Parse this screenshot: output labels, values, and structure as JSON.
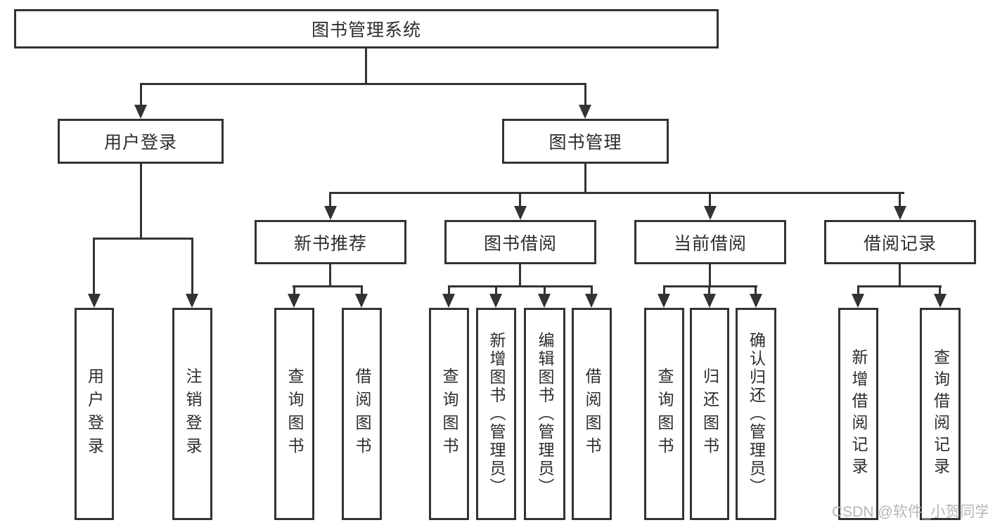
{
  "diagram": {
    "root": {
      "label": "图书管理系统"
    },
    "branches": [
      {
        "label": "用户登录",
        "children": [
          {
            "label": "用户登录"
          },
          {
            "label": "注销登录"
          }
        ]
      },
      {
        "label": "图书管理",
        "children": [
          {
            "label": "新书推荐",
            "children": [
              {
                "label": "查询图书"
              },
              {
                "label": "借阅图书"
              }
            ]
          },
          {
            "label": "图书借阅",
            "children": [
              {
                "label": "查询图书"
              },
              {
                "label": "新增图书（管理员）"
              },
              {
                "label": "编辑图书（管理员）"
              },
              {
                "label": "借阅图书"
              }
            ]
          },
          {
            "label": "当前借阅",
            "children": [
              {
                "label": "查询图书"
              },
              {
                "label": "归还图书"
              },
              {
                "label": "确认归还（管理员）"
              }
            ]
          },
          {
            "label": "借阅记录",
            "children": [
              {
                "label": "新增借阅记录"
              },
              {
                "label": "查询借阅记录"
              }
            ]
          }
        ]
      }
    ]
  },
  "watermark": {
    "text": "CSDN @软件_小贺同学"
  },
  "colors": {
    "line": "#333333",
    "text": "#2d2d2d",
    "background": "#ffffff",
    "watermark": "#b7b5b5"
  }
}
